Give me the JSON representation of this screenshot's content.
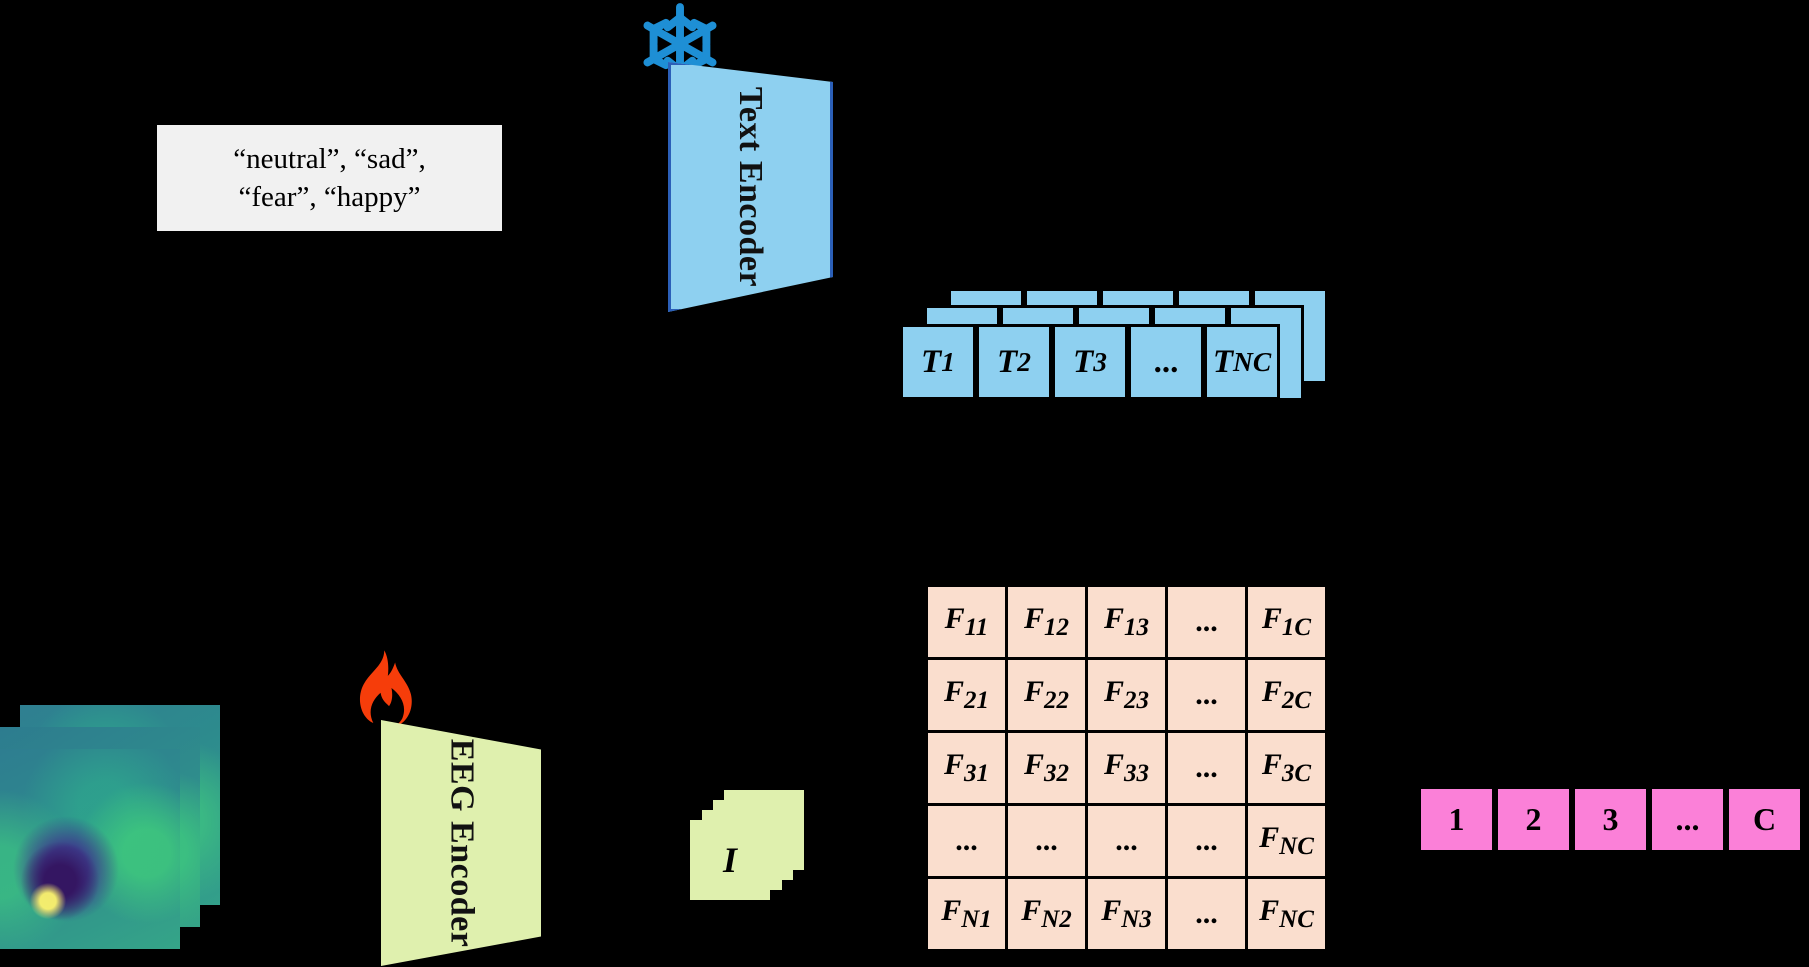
{
  "figure": {
    "background_color": "#000000"
  },
  "prompt": {
    "line1": "“neutral”, “sad”,",
    "line2": "“fear”, “happy”"
  },
  "text_encoder": {
    "label": "Text Encoder",
    "fill_color": "#8ed0f0",
    "border_color": "#2b5fb8",
    "state_icon": "snowflake-icon",
    "state_icon_color": "#1e8fd5"
  },
  "eeg_encoder": {
    "label": "EEG Encoder",
    "fill_color": "#dff0ae",
    "state_icon": "flame-icon",
    "state_icon_color": "#f63d0a"
  },
  "text_tokens": {
    "fill_color": "#8ed0f0",
    "front": [
      "T₁",
      "T₂",
      "T₃",
      "...",
      "Tₙᴄ"
    ],
    "front_labels": [
      {
        "base": "T",
        "sub": "1"
      },
      {
        "base": "T",
        "sub": "2"
      },
      {
        "base": "T",
        "sub": "3"
      },
      {
        "base": "...",
        "sub": ""
      },
      {
        "base": "T",
        "sub": "NC"
      }
    ],
    "stack_layers": 3
  },
  "eeg_latent": {
    "label": "I",
    "fill_color": "#dff0ae",
    "stack_layers": 4
  },
  "eeg_topomap": {
    "stack_layers": 3,
    "colormap": "viridis"
  },
  "feature_matrix": {
    "fill_color": "#fadece",
    "rows": [
      [
        {
          "base": "F",
          "sub": "11"
        },
        {
          "base": "F",
          "sub": "12"
        },
        {
          "base": "F",
          "sub": "13"
        },
        {
          "base": "...",
          "sub": ""
        },
        {
          "base": "F",
          "sub": "1C"
        }
      ],
      [
        {
          "base": "F",
          "sub": "21"
        },
        {
          "base": "F",
          "sub": "22"
        },
        {
          "base": "F",
          "sub": "23"
        },
        {
          "base": "...",
          "sub": ""
        },
        {
          "base": "F",
          "sub": "2C"
        }
      ],
      [
        {
          "base": "F",
          "sub": "31"
        },
        {
          "base": "F",
          "sub": "32"
        },
        {
          "base": "F",
          "sub": "33"
        },
        {
          "base": "...",
          "sub": ""
        },
        {
          "base": "F",
          "sub": "3C"
        }
      ],
      [
        {
          "base": "...",
          "sub": ""
        },
        {
          "base": "...",
          "sub": ""
        },
        {
          "base": "...",
          "sub": ""
        },
        {
          "base": "...",
          "sub": ""
        },
        {
          "base": "F",
          "sub": "NC"
        }
      ],
      [
        {
          "base": "F",
          "sub": "N1"
        },
        {
          "base": "F",
          "sub": "N2"
        },
        {
          "base": "F",
          "sub": "N3"
        },
        {
          "base": "...",
          "sub": ""
        },
        {
          "base": "F",
          "sub": "NC"
        }
      ]
    ]
  },
  "class_indices": {
    "fill_color": "#fb80d8",
    "cells": [
      "1",
      "2",
      "3",
      "...",
      "C"
    ]
  }
}
